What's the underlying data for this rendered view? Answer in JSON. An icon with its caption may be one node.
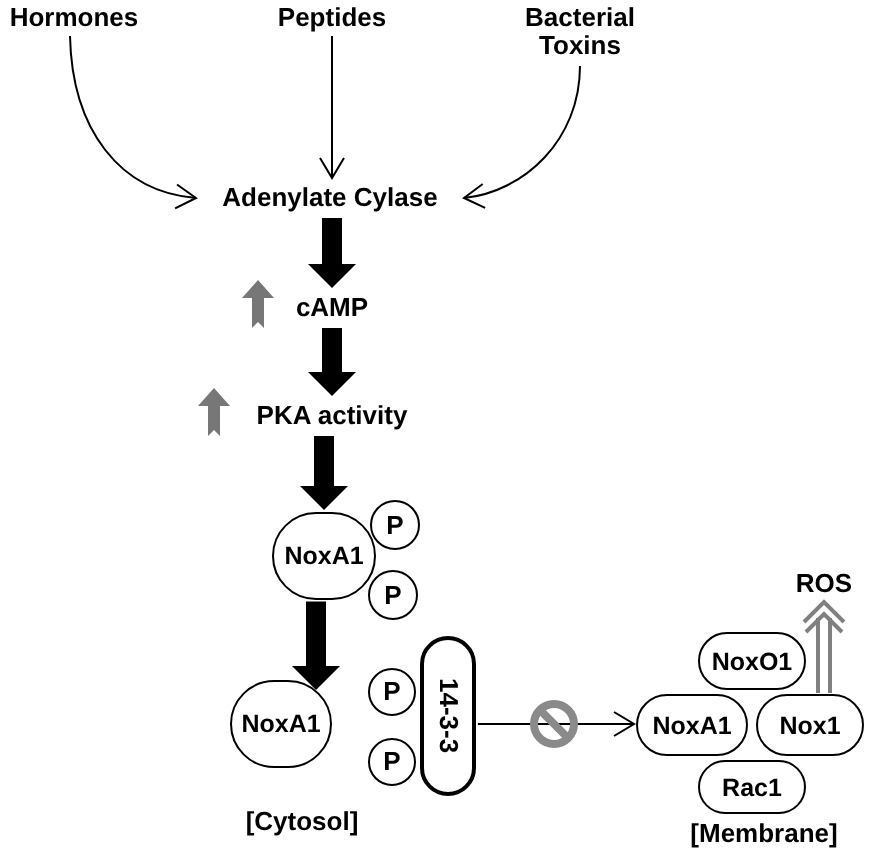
{
  "diagram": {
    "nodes": [
      {
        "text": [
          "Hormones"
        ]
      },
      {
        "text": [
          "Peptides"
        ]
      },
      {
        "text": [
          "Bacterial Toxins"
        ]
      },
      {
        "text": [
          "Adenylate Cylase"
        ]
      },
      {
        "text": [
          "cAMP"
        ]
      },
      {
        "text": [
          "PKA activity"
        ]
      },
      {
        "text": [
          "NoxA1"
        ]
      },
      {
        "text": [
          "P"
        ]
      },
      {
        "text": [
          "P"
        ]
      },
      {
        "text": [
          "NoxA1"
        ]
      },
      {
        "text": [
          "P"
        ]
      },
      {
        "text": [
          "P"
        ]
      },
      {
        "text": [
          "14-3-3"
        ]
      },
      {
        "text": [
          "NoxA1"
        ]
      },
      {
        "text": [
          "NoxO1"
        ]
      },
      {
        "text": [
          "Nox1"
        ]
      },
      {
        "text": [
          "Rac1"
        ]
      },
      {
        "text": [
          "ROS"
        ]
      }
    ],
    "edges": [
      {
        "from": 0,
        "to": 3,
        "arrow": "to"
      },
      {
        "from": 1,
        "to": 3,
        "arrow": "to"
      },
      {
        "from": 2,
        "to": 3,
        "arrow": "to"
      },
      {
        "from": 3,
        "to": 4,
        "arrow": "to",
        "style": "thick"
      },
      {
        "from": 4,
        "to": 5,
        "arrow": "to",
        "style": "thick"
      },
      {
        "from": 5,
        "to": 6,
        "arrow": "to",
        "style": "thick"
      },
      {
        "from": 6,
        "to": 9,
        "arrow": "to",
        "style": "thick"
      },
      {
        "from": 12,
        "to": 13,
        "arrow": "to"
      },
      {
        "from": 15,
        "to": 17,
        "arrow": "to",
        "color": "#808080"
      }
    ],
    "labels": [
      "[Cytosol]",
      "[Membrane]"
    ]
  }
}
